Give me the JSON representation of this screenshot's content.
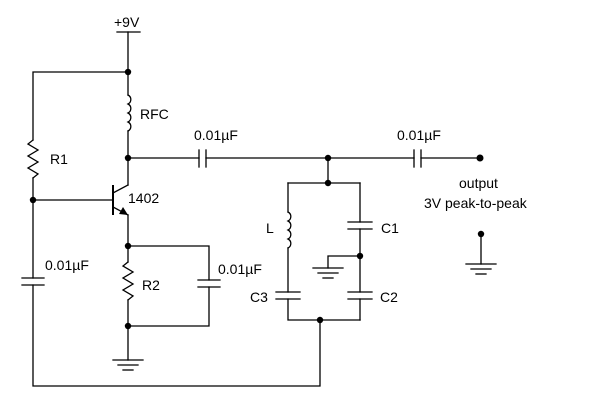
{
  "supply": {
    "label": "+9V"
  },
  "components": {
    "rfc": "RFC",
    "r1": "R1",
    "r2": "R2",
    "transistor": "1402",
    "c_coupling_1": "0.01µF",
    "c_coupling_2": "0.01µF",
    "c_base": "0.01µF",
    "c_emitter": "0.01µF",
    "inductor": "L",
    "c1": "C1",
    "c2": "C2",
    "c3": "C3"
  },
  "output": {
    "line1": "output",
    "line2": "3V peak-to-peak"
  },
  "colors": {
    "ink": "#000000",
    "background": "#ffffff"
  }
}
